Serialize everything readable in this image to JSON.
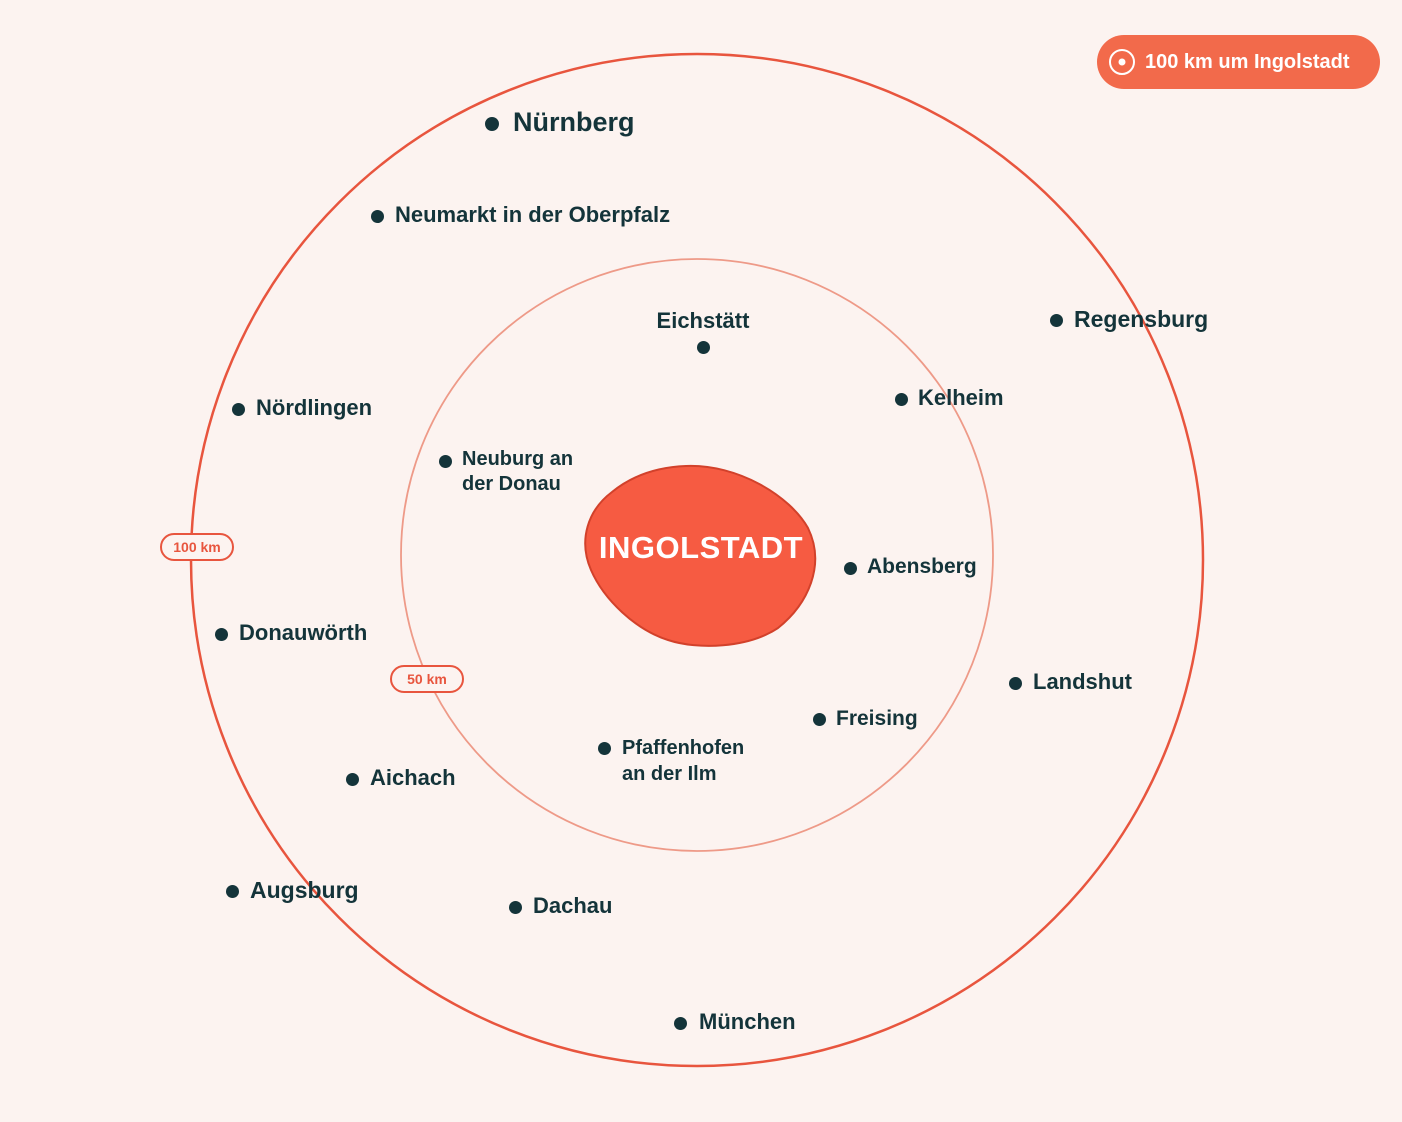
{
  "badge": {
    "icon": "target-icon",
    "label": "100 km um Ingolstadt"
  },
  "colors": {
    "background": "#fcf3f0",
    "accent": "#f26a4b",
    "ring_outer": "#e8553e",
    "ring_inner": "#ee9a88",
    "text": "#14343a"
  },
  "rings": [
    {
      "label": "100 km"
    },
    {
      "label": "50 km"
    }
  ],
  "center": {
    "name": "INGOLSTADT"
  },
  "cities": [
    {
      "name": "Nürnberg"
    },
    {
      "name": "Neumarkt in der Oberpfalz"
    },
    {
      "name": "Regensburg"
    },
    {
      "name": "Eichstätt"
    },
    {
      "name": "Kelheim"
    },
    {
      "name": "Nördlingen"
    },
    {
      "name": "Neuburg an\nder Donau"
    },
    {
      "name": "Abensberg"
    },
    {
      "name": "Donauwörth"
    },
    {
      "name": "Landshut"
    },
    {
      "name": "Freising"
    },
    {
      "name": "Pfaffenhofen\nan der Ilm"
    },
    {
      "name": "Aichach"
    },
    {
      "name": "Augsburg"
    },
    {
      "name": "Dachau"
    },
    {
      "name": "München"
    }
  ]
}
